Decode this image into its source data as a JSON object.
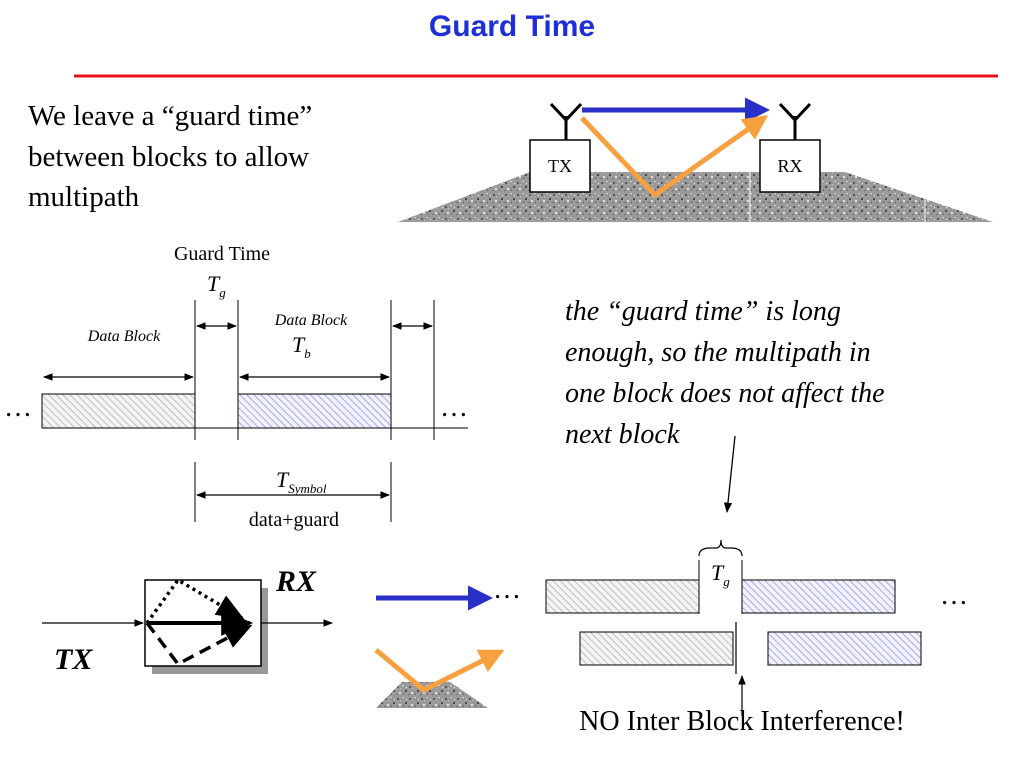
{
  "title": "Guard Time",
  "intro": {
    "line1": "We leave a “guard time”",
    "line2": "between blocks to allow",
    "line3": "multipath"
  },
  "antenna_scene": {
    "tx_label": "TX",
    "rx_label": "RX"
  },
  "timing": {
    "guard_time_label": "Guard Time",
    "tg_main": "T",
    "tg_sub": "g",
    "data_block_left": "Data Block",
    "data_block_right": "Data Block",
    "tb_main": "T",
    "tb_sub": "b",
    "tsym_main": "T",
    "tsym_sub": "Symbol",
    "data_guard": "data+guard",
    "ellipsis": "…"
  },
  "note": {
    "line1": "the “guard time” is long",
    "line2": "enough, so the multipath in",
    "line3": "one block does not affect the",
    "line4": "next block"
  },
  "channel": {
    "tx_label": "TX",
    "rx_label": "RX"
  },
  "received": {
    "tg_main": "T",
    "tg_sub": "g",
    "ellipsis": "…",
    "conclusion": "NO Inter Block Interference!"
  },
  "colors": {
    "title": "#1e2fd6",
    "rule": "#e8141c",
    "direct_path": "#2a2fc8",
    "reflected_path": "#f7a040",
    "block_hatch_blue": "#8a8ae0",
    "block_hatch_gray": "#a8a8a8"
  }
}
